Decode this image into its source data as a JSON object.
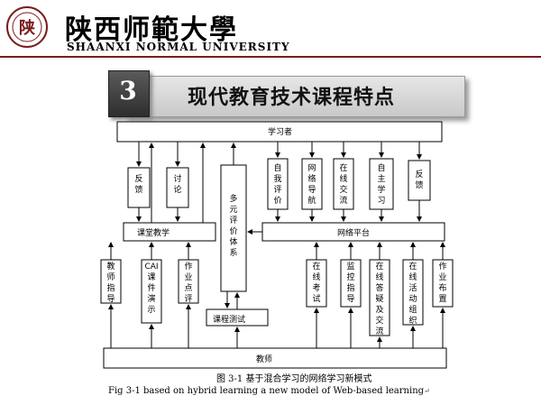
{
  "header": {
    "university_cn": "陕西师範大學",
    "university_en": "SHAANXI NORMAL UNIVERSITY",
    "logo_glyph": "陕",
    "logo_ring_cn": "陝西師範大學",
    "logo_ring_en": "SHAANXI NORMAL UNIVERSITY",
    "accent_color": "#7a1c1c"
  },
  "slide": {
    "number": "3",
    "title": "现代教育技术课程特点"
  },
  "diagram": {
    "learner": "学习者",
    "teacher": "教师",
    "classroom": "课堂教学",
    "network": "网络平台",
    "multi_eval": "多元评价体系",
    "course_test": "课程测试",
    "top_left_boxes": [
      "反馈",
      "讨论"
    ],
    "top_right_boxes": [
      "自我评价",
      "网络导航",
      "在线交流",
      "自主学习",
      "反馈"
    ],
    "bottom_left_boxes": [
      "教师指导",
      "CAI课件演示",
      "作业点评"
    ],
    "bottom_right_boxes": [
      "在线考试",
      "监控指导",
      "在线答疑及交流",
      "在线活动组织",
      "作业布置"
    ]
  },
  "caption": {
    "cn": "图 3-1  基于混合学习的网络学习新模式",
    "en": "Fig 3-1 based on hybrid learning a new model of Web-based learning",
    "edit_mark": "↵"
  }
}
